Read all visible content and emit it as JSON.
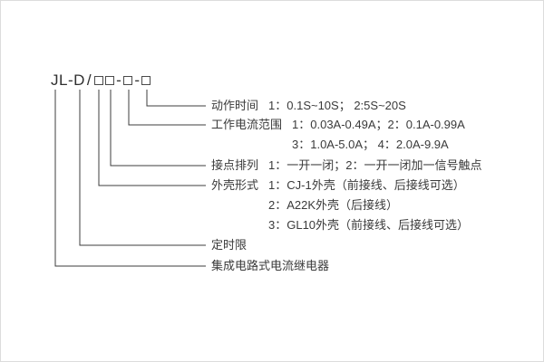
{
  "page": {
    "background": "#ffffff",
    "line_color": "#3c3c3c",
    "text_color": "#3a3a3a"
  },
  "model_code": {
    "series": "JL-D",
    "slash": "/",
    "dash": "-",
    "box_meanings": [
      "shell-type",
      "contact-arrangement",
      "current-range",
      "action-time"
    ]
  },
  "rows": [
    {
      "term": "动作时间",
      "desc": "1：0.1S~10S； 2:5S~20S"
    },
    {
      "term": "工作电流范围",
      "desc": "1：0.03A-0.49A；2：0.1A-0.99A"
    },
    {
      "term": "",
      "desc": "3：1.0A-5.0A； 4：2.0A-9.9A"
    },
    {
      "term": "接点排列",
      "desc": "1：一开一闭；2：一开一闭加一信号触点"
    },
    {
      "term": "外壳形式",
      "desc": "1：CJ-1外壳（前接线、后接线可选）"
    },
    {
      "term": "",
      "desc": "2：A22K外壳（后接线）"
    },
    {
      "term": "",
      "desc": "3：GL10外壳（前接线、后接线可选）"
    },
    {
      "term": "定时限",
      "desc": ""
    },
    {
      "term": "集成电路式电流继电器",
      "desc": ""
    }
  ]
}
